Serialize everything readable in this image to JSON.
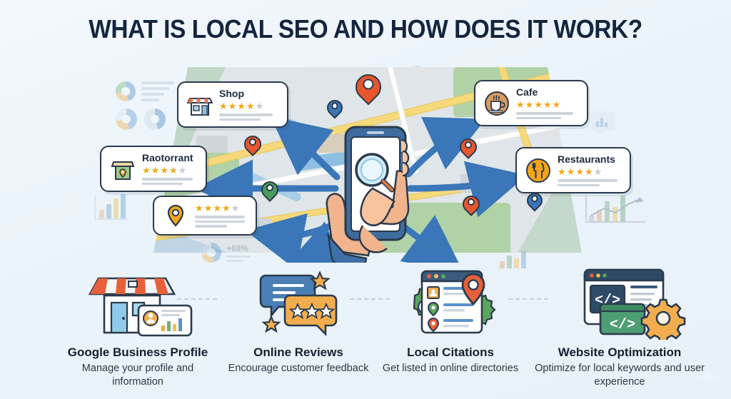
{
  "title": "WHAT IS LOCAL SEO AND HOW DOES IT WORK?",
  "colors": {
    "background": "#eef5fa",
    "title": "#14253f",
    "card_border": "#2b3a4d",
    "star_on": "#f2a71b",
    "star_off": "#c3cad1",
    "arrow_blue": "#3a76b8",
    "pin_orange": "#e8562d",
    "pin_green": "#4a9b5c",
    "pin_blue": "#3a76b8",
    "gear_orange": "#f2a71b",
    "gear_green": "#5aa65f",
    "road_yellow": "#f5d97a",
    "park_green": "#9ccb8a",
    "water_blue": "#7fb8e0"
  },
  "hero": {
    "phone": {
      "icon": "magnifier-icon",
      "description": "hands holding smartphone showing search magnifier"
    },
    "cards": [
      {
        "id": "shop",
        "name": "Shop",
        "icon": "storefront-icon",
        "stars_filled": 4,
        "stars_total": 5
      },
      {
        "id": "cafe",
        "name": "Cafe",
        "icon": "coffee-cup-icon",
        "stars_filled": 5,
        "stars_total": 5
      },
      {
        "id": "restaurant-left",
        "name": "Raotorrant",
        "icon": "storefront-pin-icon",
        "stars_filled": 4,
        "stars_total": 5
      },
      {
        "id": "restaurants-right",
        "name": "Restaurants",
        "icon": "fork-knife-icon",
        "stars_filled": 4,
        "stars_total": 5
      },
      {
        "id": "unnamed-listing",
        "name": "",
        "icon": "map-pin-icon",
        "stars_filled": 4,
        "stars_total": 5
      }
    ],
    "stat_badge": "+68%"
  },
  "steps": [
    {
      "id": "google-business-profile",
      "title": "Google Business Profile",
      "desc": "Manage your profile and information",
      "icon": "storefront-profile-card-icon"
    },
    {
      "id": "online-reviews",
      "title": "Online Reviews",
      "desc": "Encourage customer feedback",
      "icon": "speech-bubbles-stars-icon"
    },
    {
      "id": "local-citations",
      "title": "Local Citations",
      "desc": "Get listed in online directories",
      "icon": "directory-listing-gears-icon"
    },
    {
      "id": "website-optimization",
      "title": "Website Optimization",
      "desc": "Optimize for local keywords and user experience",
      "icon": "code-window-gear-icon"
    }
  ]
}
